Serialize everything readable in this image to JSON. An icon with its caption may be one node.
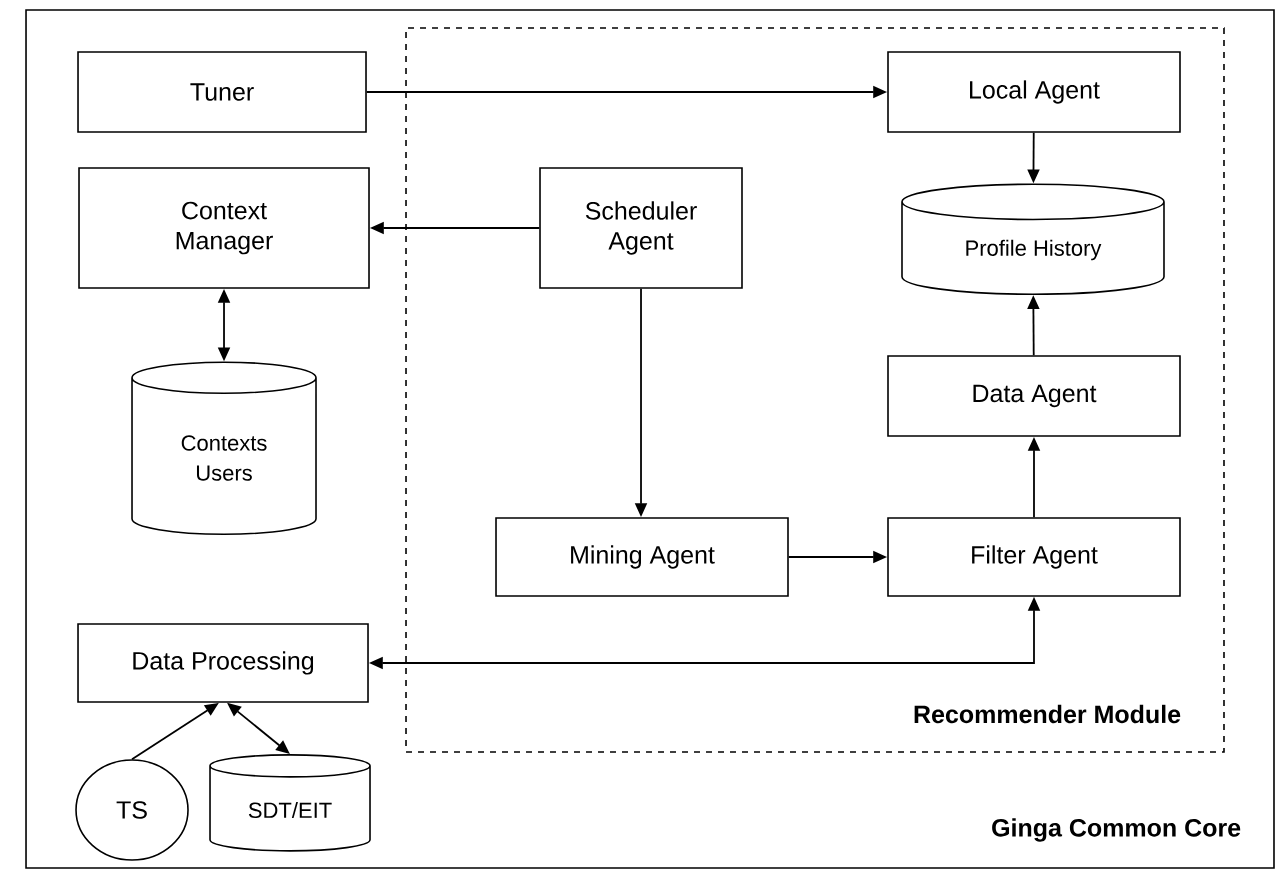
{
  "diagram": {
    "nodes": [
      {
        "text": [
          "Ginga Common Core"
        ]
      },
      {
        "text": [
          "Recommender Module"
        ],
        "in": 0
      },
      {
        "text": [
          "Tuner"
        ],
        "in": 0
      },
      {
        "text": [
          "Local Agent"
        ],
        "in": 1
      },
      {
        "text": [
          "Context Manager"
        ],
        "in": 0
      },
      {
        "text": [
          "Scheduler Agent"
        ],
        "in": 1
      },
      {
        "text": [
          "Profile History"
        ],
        "in": 1
      },
      {
        "text": [
          "Contexts Users"
        ],
        "in": 0
      },
      {
        "text": [
          "Data Agent"
        ],
        "in": 1
      },
      {
        "text": [
          "Mining Agent"
        ],
        "in": 1
      },
      {
        "text": [
          "Filter Agent"
        ],
        "in": 1
      },
      {
        "text": [
          "Data Processing"
        ],
        "in": 0
      },
      {
        "text": [
          "TS"
        ],
        "in": 0
      },
      {
        "text": [
          "SDT/EIT"
        ],
        "in": 0
      }
    ],
    "edges": [
      {
        "from": 2,
        "to": 3,
        "arrow": "to"
      },
      {
        "from": 3,
        "to": 6,
        "arrow": "to"
      },
      {
        "from": 5,
        "to": 4,
        "arrow": "to"
      },
      {
        "from": 4,
        "to": 7,
        "arrow": "both"
      },
      {
        "from": 5,
        "to": 9,
        "arrow": "to"
      },
      {
        "from": 9,
        "to": 10,
        "arrow": "to"
      },
      {
        "from": 10,
        "to": 8,
        "arrow": "to"
      },
      {
        "from": 8,
        "to": 6,
        "arrow": "to"
      },
      {
        "from": 11,
        "to": 10,
        "arrow": "both"
      },
      {
        "from": 12,
        "to": 11,
        "arrow": "to"
      },
      {
        "from": 11,
        "to": 13,
        "arrow": "both"
      }
    ]
  }
}
